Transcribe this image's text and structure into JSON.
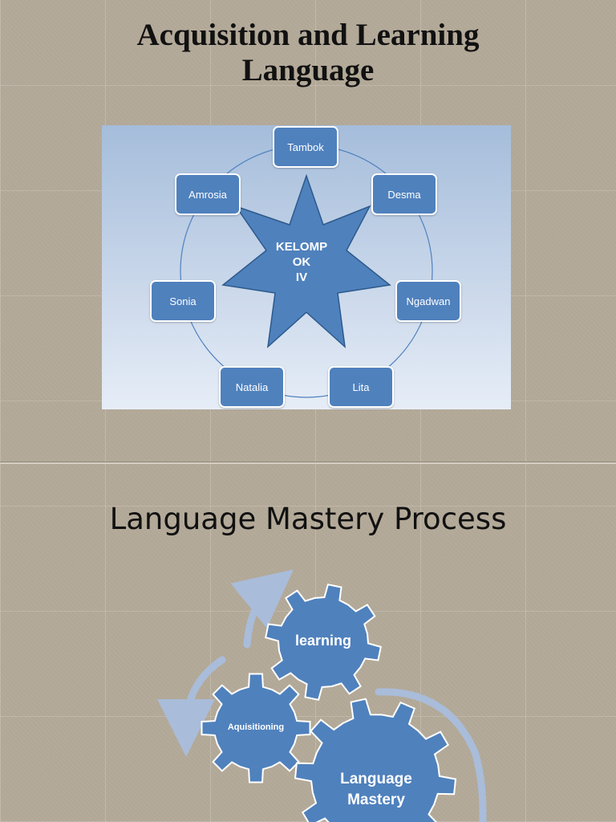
{
  "slide1": {
    "title_line1": "Acquisition and Learning",
    "title_line2": "Language",
    "diagram": {
      "center_line1": "KELOMP",
      "center_line2": "OK",
      "center_line3": "IV",
      "members": [
        "Tambok",
        "Desma",
        "Ngadwan",
        "Lita",
        "Natalia",
        "Sonia",
        "Amrosia"
      ],
      "colors": {
        "node_fill": "#4f81bd",
        "node_border": "#ffffff",
        "circle": "#4f81bd"
      }
    }
  },
  "slide2": {
    "title": "Language Mastery Process",
    "gears": {
      "learning": "learning",
      "aquisitioning": "Aquisitioning",
      "mastery_line1": "Language",
      "mastery_line2": "Mastery"
    },
    "colors": {
      "gear_fill": "#4f81bd",
      "arrow": "#a9bcd9"
    }
  }
}
